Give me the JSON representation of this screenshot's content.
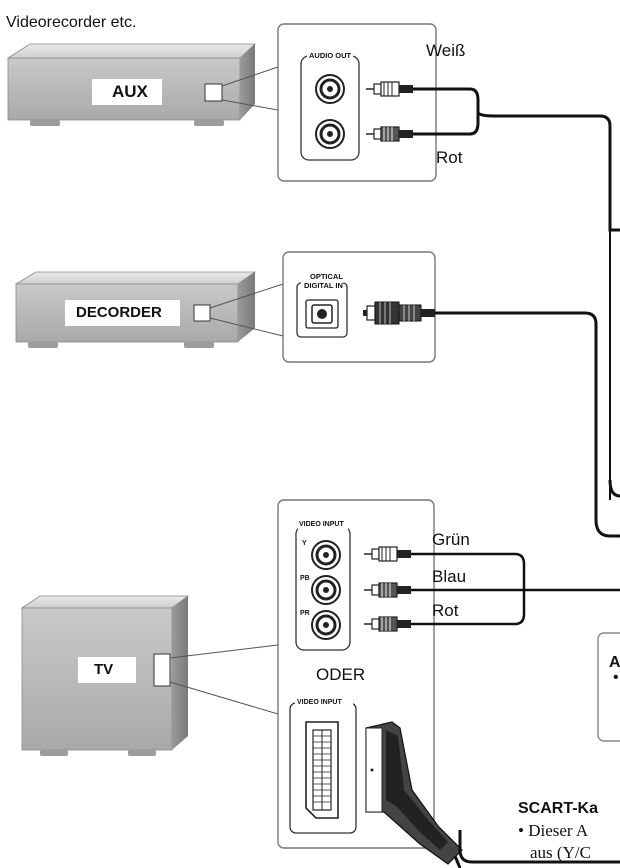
{
  "devices": {
    "aux": {
      "caption": "Videorecorder etc.",
      "label": "AUX"
    },
    "decoder": {
      "label": "DECORDER"
    },
    "tv": {
      "label": "TV"
    }
  },
  "jacks": {
    "audio_out": "AUDIO OUT",
    "optical_line1": "OPTICAL",
    "optical_line2": "DIGITAL IN",
    "video_input_component": "VIDEO INPUT",
    "video_input_scart": "VIDEO INPUT",
    "y": "Y",
    "pb": "PB",
    "pr": "PR"
  },
  "cable_colors": {
    "white": "Weiß",
    "red_audio": "Rot",
    "green": "Grün",
    "blue": "Blau",
    "red_video": "Rot"
  },
  "oder": "ODER",
  "notes": {
    "box_title_fragment": "A",
    "box_bullet_fragment": "•",
    "scart_title_fragment": "SCART-Ka",
    "scart_line1_fragment": "• Dieser A",
    "scart_line2_fragment": "aus (Y/C"
  }
}
